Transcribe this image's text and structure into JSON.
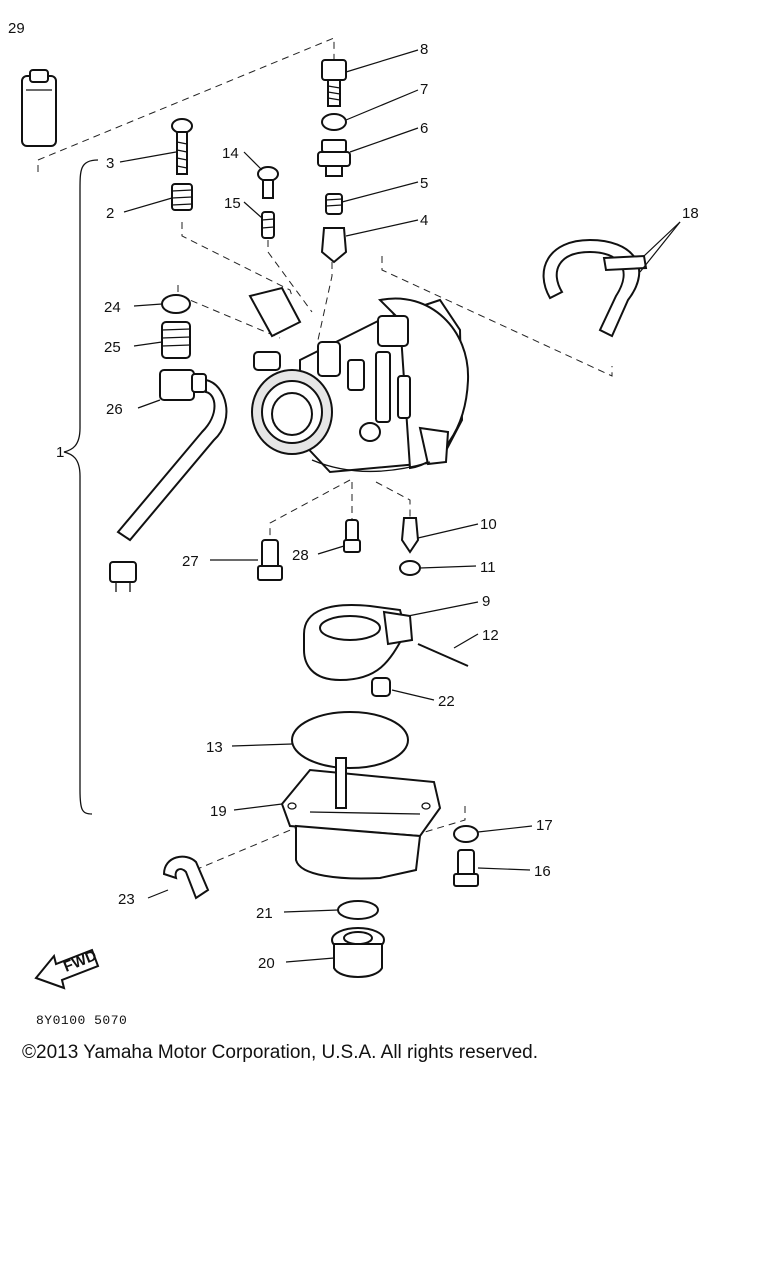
{
  "diagram": {
    "part_code": "8Y0100 5070",
    "fwd_label": "FWD",
    "callouts": [
      "29",
      "8",
      "7",
      "6",
      "5",
      "4",
      "3",
      "14",
      "2",
      "15",
      "18",
      "24",
      "25",
      "26",
      "1",
      "10",
      "27",
      "28",
      "11",
      "9",
      "12",
      "22",
      "13",
      "19",
      "17",
      "16",
      "23",
      "21",
      "20"
    ]
  },
  "footer": {
    "copyright": "©2013 Yamaha Motor Corporation, U.S.A. All rights reserved."
  }
}
